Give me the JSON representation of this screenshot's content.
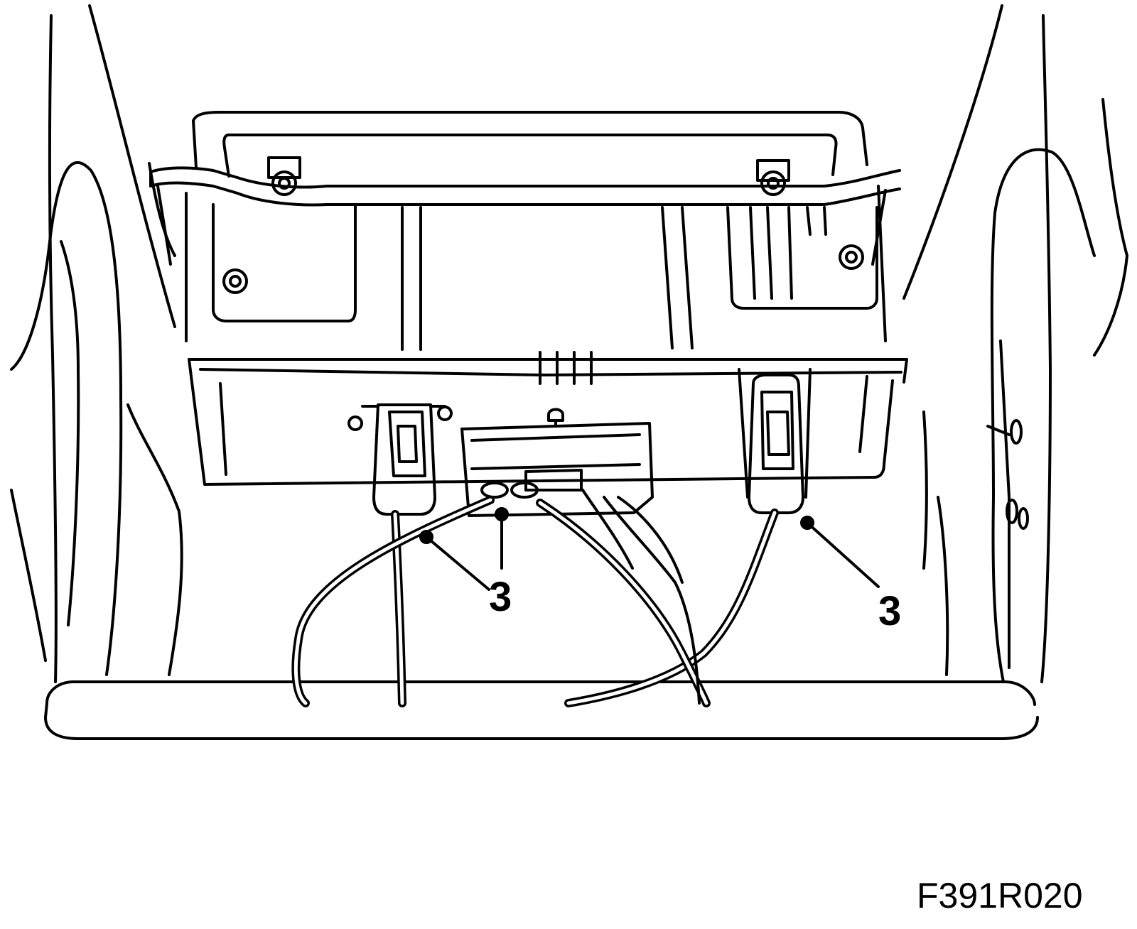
{
  "figure": {
    "id": "F391R020",
    "line_color": "#000000",
    "background_color": "#ffffff"
  },
  "callouts": [
    {
      "label": "3"
    },
    {
      "label": "3"
    }
  ]
}
